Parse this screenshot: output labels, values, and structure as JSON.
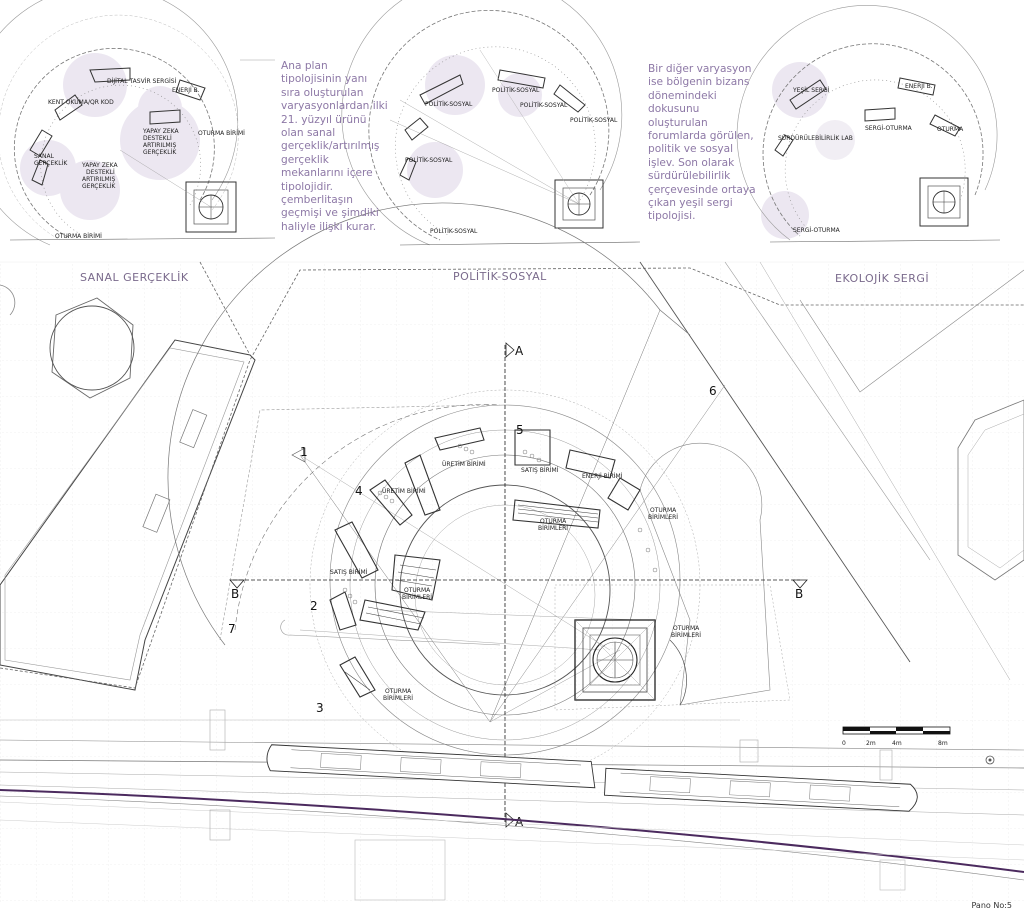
{
  "descriptions": {
    "virtual": "Ana plan tipolojisinin yanı sıra oluşturulan varyasyonlardan ilki 21. yüzyıl ürünü olan sanal gerçeklik/artırılmış gerçeklik mekanlarını içere tipolojidir. çemberlitaşın geçmişi ve şimdiki haliyle ilişki kurar.",
    "ecological": "Bir diğer  varyasyon ise bölgenin bizans dönemindeki dokusunu oluşturulan forumlarda görülen, politik ve sosyal işlev. Son olarak sürdürülebilirlik çerçevesinde ortaya çıkan yeşil sergi tipolojisi."
  },
  "variants": {
    "virtual": {
      "title": "SANAL GERÇEKLİK",
      "labels": [
        "DİJİTAL TASVİR SERGİSİ",
        "ENERJİ B.",
        "KENT OKUMA/QR KOD",
        "YAPAY ZEKA",
        "DESTEKLİ",
        "ARTIRILMIŞ",
        "GERÇEKLİK",
        "OTURMA BİRİMİ",
        "SANAL",
        "GERÇEKLİK",
        "YAPAY ZEKA",
        "DESTEKLİ",
        "ARTIRILMIŞ",
        "GERÇEKLİK",
        "OTURMA BİRİMİ"
      ]
    },
    "political": {
      "title": "POLİTİK-SOSYAL",
      "labels": [
        "POLİTİK-SOSYAL",
        "POLİTİK-SOSYAL",
        "POLİTİK-SOSYAL",
        "POLİTİK-SOSYAL",
        "POLİTİK-SOSYAL",
        "POLİTİK-SOSYAL"
      ]
    },
    "ecological": {
      "title": "EKOLOJİK SERGİ",
      "labels": [
        "YEŞİL SERGİ",
        "ENERJİ B.",
        "SÜRDÜRÜLEBİLİRLİK LAB",
        "SERGİ-OTURMA",
        "OTURMA",
        "SERGİ-OTURMA"
      ]
    }
  },
  "plan": {
    "units": [
      "ÜRETİM BİRİMİ",
      "ÜRETİM BİRİMİ",
      "SATIŞ BİRİMİ",
      "ENERJİ BİRİMİ",
      "OTURMA",
      "BİRİMLERİ",
      "OTURMA",
      "BİRİMLERİ",
      "SATIŞ BİRİMİ",
      "OTURMA",
      "BİRİMLERİ",
      "OTURMA",
      "BİRİMLERİ",
      "OTURMA",
      "BİRİMLERİ"
    ],
    "numbers": [
      "1",
      "2",
      "3",
      "4",
      "5",
      "6",
      "7"
    ],
    "sections": {
      "a": "A",
      "b": "B"
    }
  },
  "scale": {
    "marks": [
      "0",
      "2m",
      "4m",
      "8m"
    ]
  },
  "footer": {
    "pano": "Pano No:5"
  },
  "colors": {
    "accent": "#8d78a6",
    "rail": "#4b2a5e",
    "line": "#555555"
  }
}
